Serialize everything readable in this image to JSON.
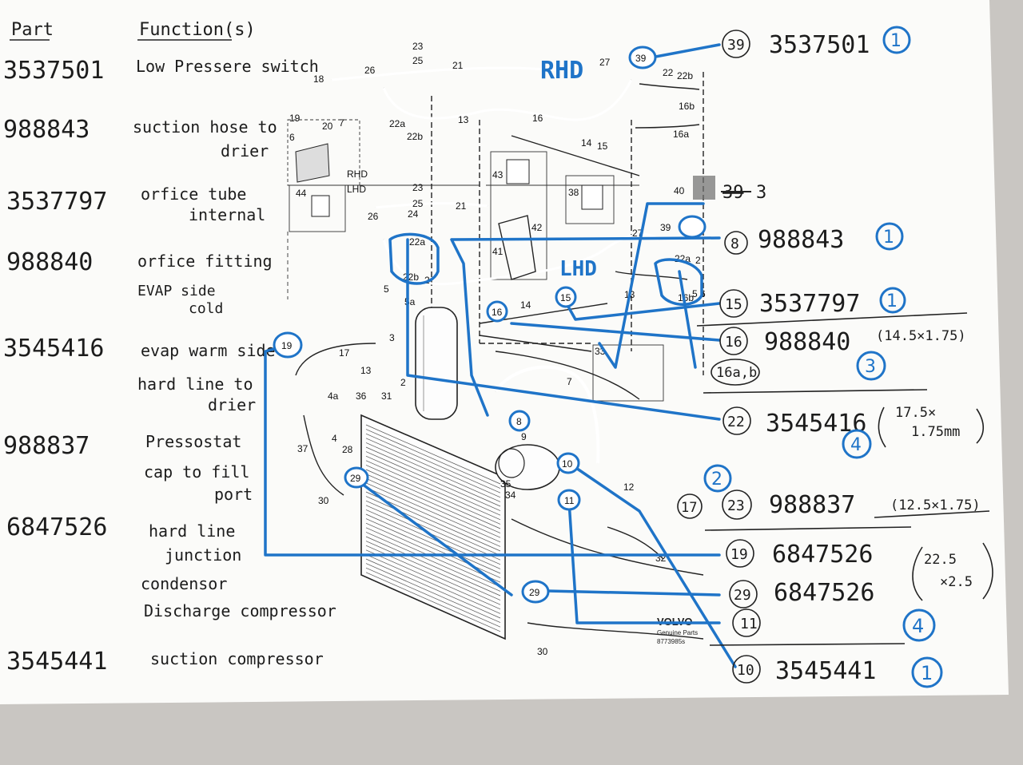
{
  "headers": {
    "part": "Part",
    "functions": "Function(s)"
  },
  "parts_list": [
    {
      "part": "3537501",
      "function": [
        "Low Pressere switch"
      ]
    },
    {
      "part": "988843",
      "function": [
        "suction hose to",
        "drier"
      ]
    },
    {
      "part": "3537797",
      "function": [
        "orfice tube",
        "internal"
      ]
    },
    {
      "part": "988840",
      "function": [
        "orfice fitting",
        "EVAP side",
        "cold"
      ]
    },
    {
      "part": "3545416",
      "function": [
        "evap warm side",
        "hard line to",
        "drier"
      ]
    },
    {
      "part": "988837",
      "function": [
        "Pressostat",
        "cap to fill",
        "port"
      ]
    },
    {
      "part": "6847526",
      "function": [
        "hard line",
        "junction",
        "condensor",
        "Discharge compressor"
      ]
    },
    {
      "part": "3545441",
      "function": [
        "suction compressor"
      ]
    }
  ],
  "region_labels": {
    "rhd": "RHD",
    "lhd": "LHD",
    "rhd_small": "RHD",
    "lhd_small": "LHD"
  },
  "callouts": [
    {
      "ref": "39",
      "part": "3537501",
      "qty": "1"
    },
    {
      "ref": "39",
      "part": "3",
      "qty": ""
    },
    {
      "ref": "8",
      "part": "988843",
      "qty": "1"
    },
    {
      "ref": "15",
      "part": "3537797",
      "qty": "1"
    },
    {
      "ref": "16",
      "part": "988840",
      "size": "(14.5×1.75)",
      "qty": "3"
    },
    {
      "ref": "16a,b",
      "part": "",
      "qty": ""
    },
    {
      "ref": "22",
      "part": "3545416",
      "size_a": "17.5×",
      "size_b": "1.75mm",
      "qty": "4"
    },
    {
      "ref_a": "17",
      "ref": "23",
      "part": "988837",
      "size": "(12.5×1.75)",
      "qty": "2"
    },
    {
      "ref": "19",
      "part": "6847526",
      "size_a": "22.5",
      "size_b": "×2.5"
    },
    {
      "ref": "29",
      "part": "6847526",
      "qty": "4"
    },
    {
      "ref": "11",
      "part": ""
    },
    {
      "ref": "10",
      "part": "3545441",
      "qty": "1"
    }
  ],
  "diagram_numbers": [
    "18",
    "19",
    "6",
    "20",
    "7",
    "23",
    "25",
    "26",
    "21",
    "22a",
    "22b",
    "13",
    "16",
    "14",
    "15",
    "27",
    "22",
    "22b",
    "16b",
    "16a",
    "43",
    "44",
    "38",
    "40",
    "42",
    "41",
    "5",
    "5a",
    "3",
    "17",
    "13",
    "2",
    "36",
    "31",
    "4a",
    "37",
    "28",
    "4",
    "30",
    "9",
    "35",
    "34",
    "12",
    "7",
    "33",
    "32",
    "30",
    "14",
    "13",
    "5",
    "22a",
    "22b",
    "2",
    "23",
    "25",
    "24",
    "26",
    "21",
    "39",
    "27",
    "22b",
    "22a",
    "2",
    "16b",
    "6"
  ],
  "volvo_label": [
    "VOLVO",
    "Genuine Parts",
    "8773985s"
  ],
  "colors": {
    "annotation_blue": "#1f74c8",
    "paper": "#fbfbf9",
    "ink": "#1c1c1c"
  }
}
